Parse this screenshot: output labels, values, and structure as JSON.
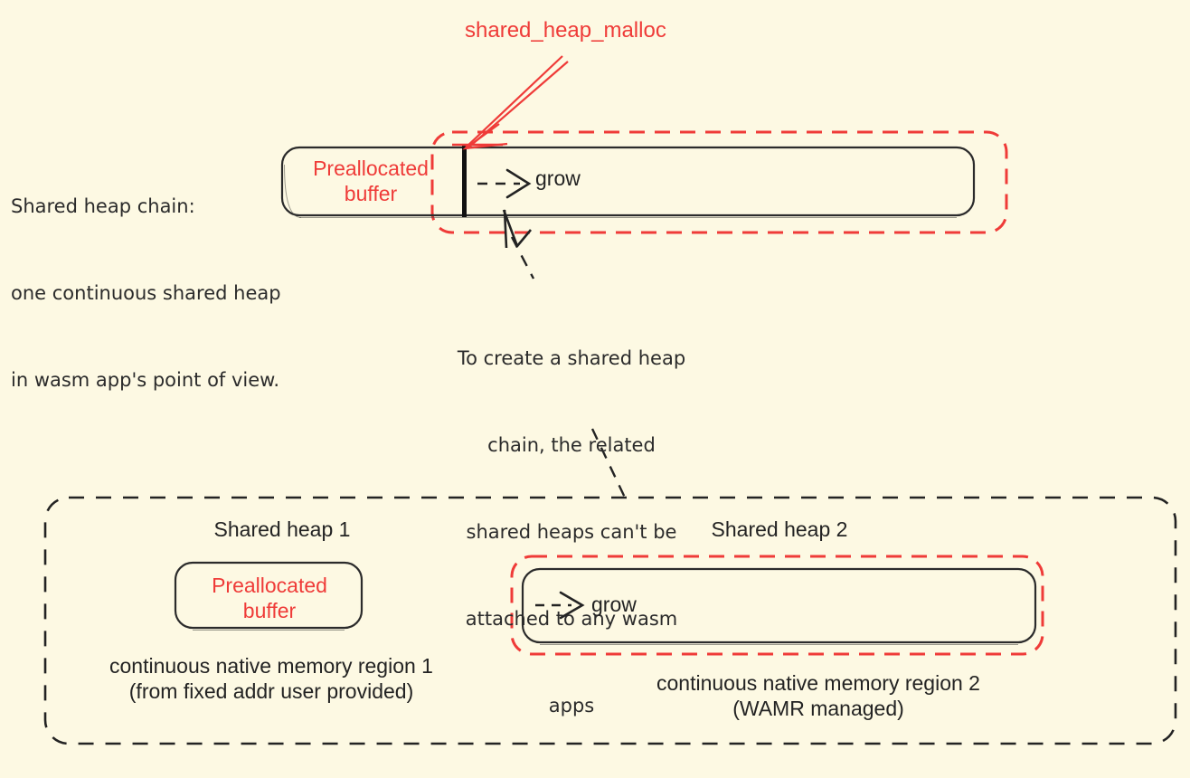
{
  "diagram": {
    "title_annotation": "shared_heap_malloc",
    "background_color": "#fdf9e3",
    "accent_red": "#ef3b38",
    "ink": "#232323",
    "left_note": {
      "lines": [
        "Shared heap chain:",
        "one continuous shared heap",
        "in wasm app's point of view."
      ]
    },
    "top_bar": {
      "preallocated_label": "Preallocated\nbuffer",
      "grow_label": "grow"
    },
    "middle_note": {
      "lines": [
        "To create a shared heap",
        "chain, the related",
        "shared heaps can't be",
        "attached to any wasm",
        "apps"
      ]
    },
    "bottom": {
      "heap1": {
        "title": "Shared heap 1",
        "box_label": "Preallocated\nbuffer",
        "caption": "continuous native memory region 1\n(from fixed addr user provided)"
      },
      "heap2": {
        "title": "Shared heap 2",
        "grow_label": "grow",
        "caption": "continuous native memory region 2\n(WAMR managed)"
      }
    }
  }
}
